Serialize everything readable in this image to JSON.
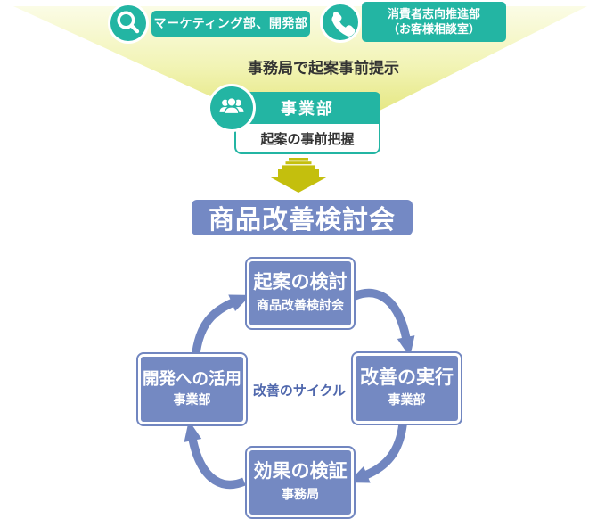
{
  "colors": {
    "teal": "#23b5a3",
    "funnel_top": "#fbfce6",
    "funnel_bottom": "#e5e782",
    "olive_arrow": "#c4bf0d",
    "cycle_blue_fill": "#7489c2",
    "cycle_blue_border": "#7186c0",
    "banner_blue": "#7489c4",
    "text_dark": "#333333",
    "center_label_blue": "#5068ad"
  },
  "sources": {
    "marketing": {
      "label": "マーケティング部、開発部",
      "icon": "magnifier-icon"
    },
    "consumer": {
      "label_line1": "消費者志向推進部",
      "label_line2": "（お客様相談室）",
      "icon": "phone-icon"
    }
  },
  "funnel": {
    "caption": "事務局で起案事前提示"
  },
  "division_box": {
    "icon": "people-icon",
    "header": "事業部",
    "body": "起案の事前把握"
  },
  "meeting_banner": {
    "label": "商品改善検討会"
  },
  "cycle": {
    "center_label": "改善のサイクル",
    "steps": [
      {
        "position": "top",
        "title": "起案の検討",
        "subtitle": "商品改善検討会"
      },
      {
        "position": "right",
        "title": "改善の実行",
        "subtitle": "事業部"
      },
      {
        "position": "bottom",
        "title": "効果の検証",
        "subtitle": "事務局"
      },
      {
        "position": "left",
        "title": "開発への活用",
        "subtitle": "事業部"
      }
    ]
  }
}
